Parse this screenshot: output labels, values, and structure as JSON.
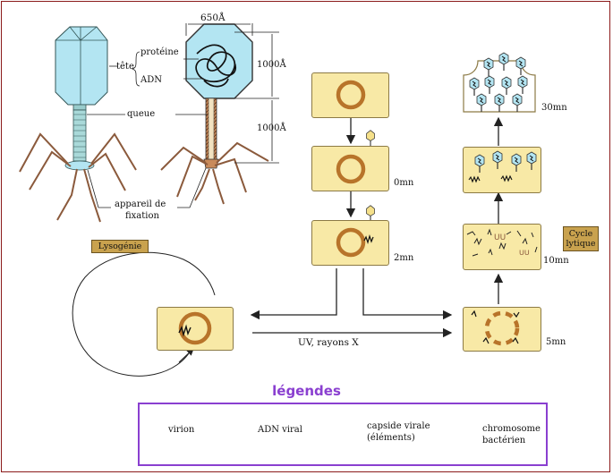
{
  "phage": {
    "labels": {
      "dim_width": "650Å",
      "tete": "tête",
      "proteine": "protéine",
      "adn": "ADN",
      "queue": "queue",
      "dim_head": "1000Å",
      "dim_tail": "1000Å",
      "appareil_line1": "appareil de",
      "appareil_line2": "fixation"
    }
  },
  "cycle": {
    "lysogenie": "Lysogénie",
    "cycle_lytique_line1": "Cycle",
    "cycle_lytique_line2": "lytique",
    "uv": "UV, rayons X",
    "times": {
      "t0": "0mn",
      "t2": "2mn",
      "t5": "5mn",
      "t10": "10mn",
      "t30": "30mn"
    }
  },
  "legend": {
    "title": "légendes",
    "items": {
      "virion": "virion",
      "adn_viral": "ADN viral",
      "capside_line1": "capside virale",
      "capside_line2": "(éléments)",
      "chromosome_line1": "chromosome",
      "chromosome_line2": "bactérien"
    }
  },
  "colors": {
    "frame": "#8b1a1a",
    "cell_fill": "#f8e9a6",
    "chromosome": "#b8742a",
    "phage_head": "#b3e5f2",
    "tag_fill": "#c9a24e",
    "legend_accent": "#8a3fd0"
  }
}
